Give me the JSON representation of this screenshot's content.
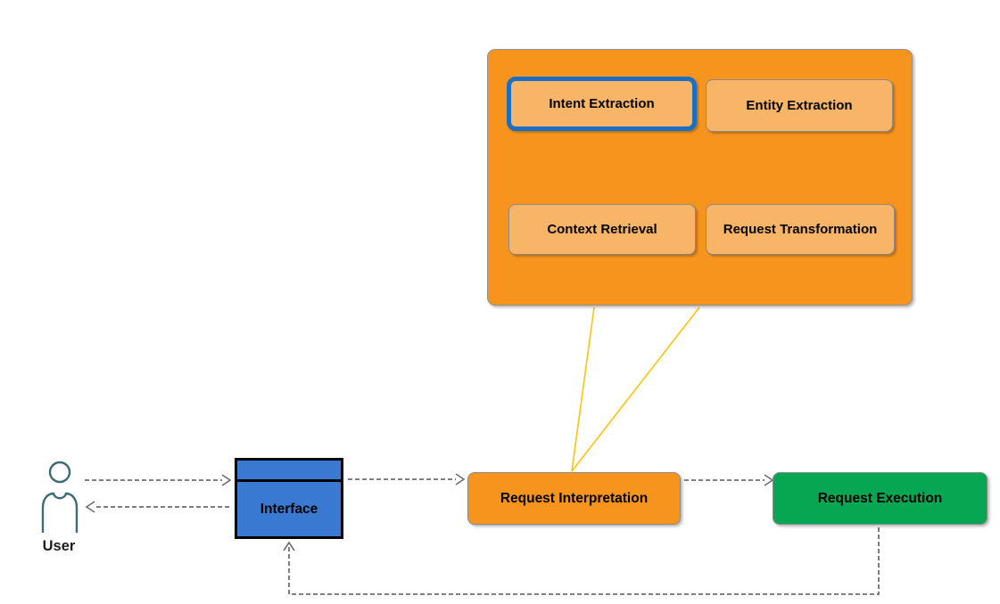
{
  "panel": {
    "items": [
      {
        "label": "Intent Extraction",
        "highlighted": true
      },
      {
        "label": "Entity Extraction",
        "highlighted": false
      },
      {
        "label": "Context Retrieval",
        "highlighted": false
      },
      {
        "label": "Request Transformation",
        "highlighted": false
      }
    ]
  },
  "flow": {
    "user_label": "User",
    "interface_label": "Interface",
    "interpretation_label": "Request Interpretation",
    "execution_label": "Request Execution"
  },
  "icons": {
    "user": "person-outline-icon"
  },
  "colors": {
    "panel_orange": "#f7941d",
    "item_light_orange": "#f8b568",
    "highlight_border_blue": "#1a6fc4",
    "interface_blue": "#3a79d1",
    "execution_green": "#06a652",
    "connector_gray": "#6e6e6e",
    "callout_yellow": "#ffc20e",
    "user_icon_teal": "#3e6a77",
    "background": "#ffffff"
  }
}
